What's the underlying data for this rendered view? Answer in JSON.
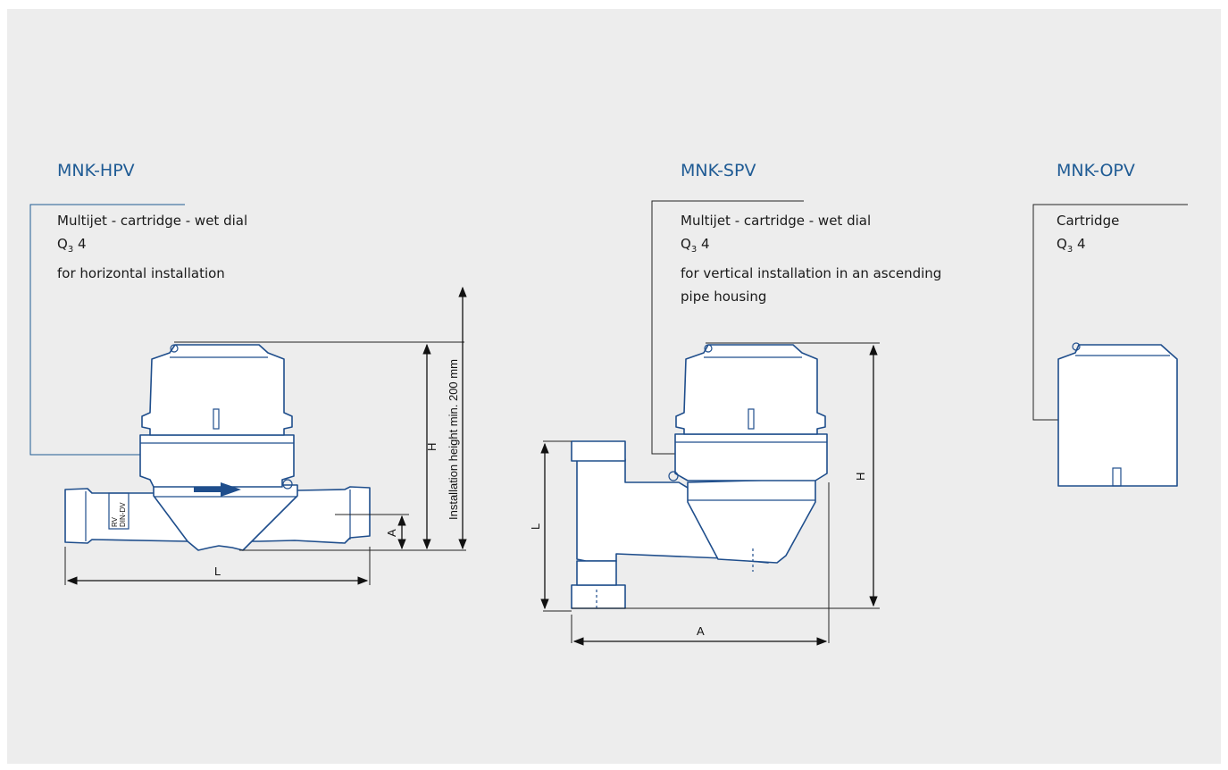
{
  "products": [
    {
      "title": "MNK-HPV",
      "lines": [
        "Multijet - cartridge - wet dial",
        "Q",
        "for horizontal installation"
      ],
      "q_sub": "3",
      "q_value": " 4",
      "meter_text": [
        "RV",
        "DIN-DV"
      ],
      "dims": {
        "h": "H",
        "a": "A",
        "l": "L",
        "note": "Installation height min. 200 mm"
      }
    },
    {
      "title": "MNK-SPV",
      "lines": [
        "Multijet - cartridge - wet dial",
        "Q",
        "for vertical installation in an ascending",
        "pipe housing"
      ],
      "q_sub": "3",
      "q_value": " 4",
      "dims": {
        "h": "H",
        "l": "L",
        "a": "A"
      }
    },
    {
      "title": "MNK-OPV",
      "lines": [
        "Cartridge",
        "Q"
      ],
      "q_sub": "3",
      "q_value": " 4"
    }
  ],
  "colors": {
    "title": "#1f5b94",
    "background": "#ededed",
    "outline": "#1f4e8c"
  }
}
